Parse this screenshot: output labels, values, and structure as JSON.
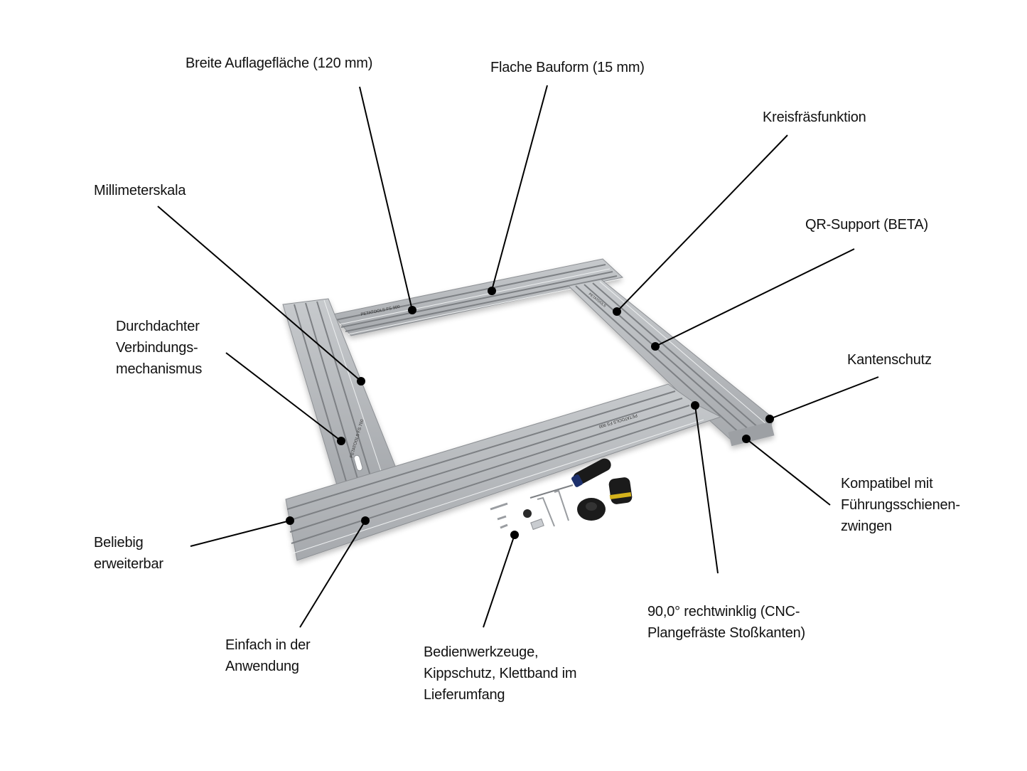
{
  "title": "Führungsschienen-Frame Feature-Übersicht",
  "colors": {
    "rail_light": "#b9bcc0",
    "rail_mid": "#a4a7ab",
    "rail_dark": "#7d8084",
    "callout_line": "#000000",
    "text": "#111111",
    "screwdriver_handle": "#1c2f6b",
    "tilt_guard_band": "#d4b21c"
  },
  "rail_markings": {
    "top_rail": "PETATOOLS FS 900",
    "left_rail": "PETATOOLS FS 700",
    "front_rail": "PETATOOLS FS 900",
    "right_rail": "PETATOOLS"
  },
  "callouts": [
    {
      "id": "breite-auflage",
      "lines": [
        "Breite Auflagefläche (120 mm)"
      ]
    },
    {
      "id": "flache-bauform",
      "lines": [
        "Flache Bauform (15 mm)"
      ]
    },
    {
      "id": "kreisfraes",
      "lines": [
        "Kreisfräsfunktion"
      ]
    },
    {
      "id": "millimeterskala",
      "lines": [
        "Millimeterskala"
      ]
    },
    {
      "id": "qr-support",
      "lines": [
        "QR-Support (BETA)"
      ]
    },
    {
      "id": "verbindung",
      "lines": [
        "Durchdachter",
        "Verbindungs-",
        "mechanismus"
      ]
    },
    {
      "id": "kantenschutz",
      "lines": [
        "Kantenschutz"
      ]
    },
    {
      "id": "kompatibel",
      "lines": [
        "Kompatibel mit",
        "Führungsschienen-",
        "zwingen"
      ]
    },
    {
      "id": "erweiterbar",
      "lines": [
        "Beliebig",
        "erweiterbar"
      ]
    },
    {
      "id": "rechtwinklig",
      "lines": [
        "90,0° rechtwinklig (CNC-",
        "Plangefräste Stoßkanten)"
      ]
    },
    {
      "id": "einfach",
      "lines": [
        "Einfach in der",
        "Anwendung"
      ]
    },
    {
      "id": "lieferumfang",
      "lines": [
        "Bedienwerkzeuge,",
        "Kippschutz, Klettband im",
        "Lieferumfang"
      ]
    }
  ]
}
